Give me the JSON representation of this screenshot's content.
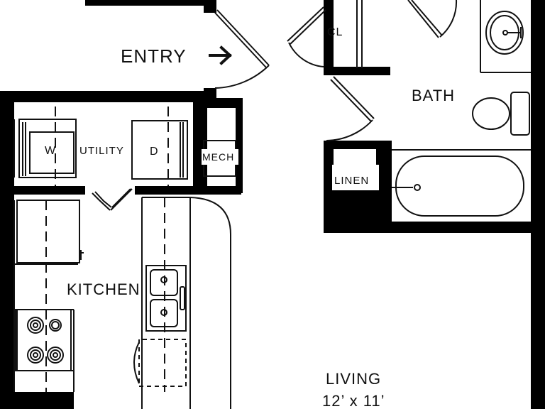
{
  "rooms": {
    "entry": "ENTRY",
    "closet": "CL",
    "bath": "BATH",
    "linen": "LINEN",
    "utility": "UTILITY",
    "washer": "W",
    "dryer": "D",
    "mech": "MECH",
    "kitchen": "KITCHEN",
    "living": "LIVING",
    "living_size": "12’ x 11’"
  },
  "icons": {
    "entry_arrow": "arrow-right-icon"
  },
  "colors": {
    "wall": "#000000",
    "line": "#111111",
    "background": "#ffffff"
  }
}
